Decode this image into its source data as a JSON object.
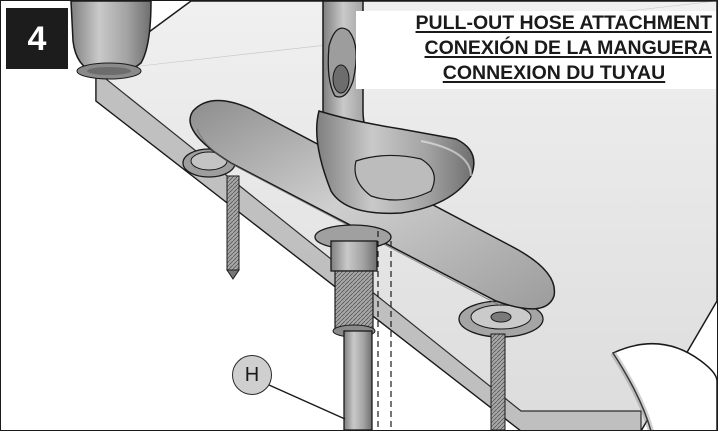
{
  "step": {
    "number": "4"
  },
  "title": {
    "english": "PULL-OUT HOSE ATTACHMENT",
    "spanish": "CONEXIÓN DE LA MANGUERA",
    "french": "CONNEXION DU TUYAU"
  },
  "callouts": [
    {
      "letter": "H"
    }
  ],
  "colors": {
    "badge": "#1c1c1c",
    "metal_light": "#bdbdbd",
    "metal_mid": "#9a9a9a",
    "metal_dark": "#6a6a6a",
    "counter": "#e6e6e6",
    "line": "#1a1a1a"
  }
}
